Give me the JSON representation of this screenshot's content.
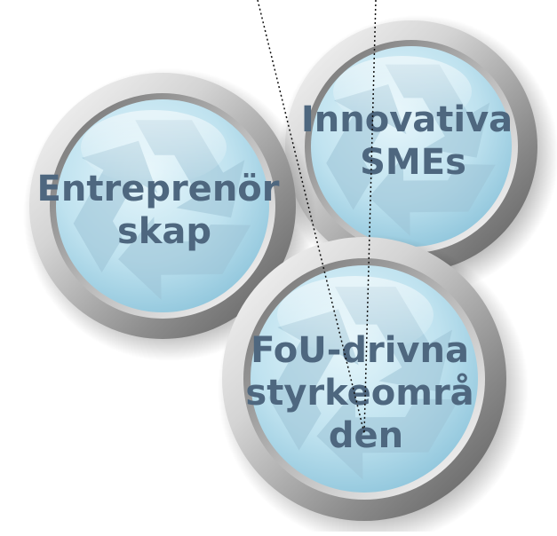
{
  "badges": [
    {
      "id": "innovativa-smes",
      "lines": [
        "Innovativa",
        "SMEs"
      ]
    },
    {
      "id": "entreprenorskap",
      "lines": [
        "Entreprenör",
        "skap"
      ]
    },
    {
      "id": "fou-drivna",
      "lines": [
        "FoU-drivna",
        "styrkeområ",
        "den"
      ]
    }
  ],
  "icons": {
    "badge_background": "recycle-arrows-icon"
  },
  "colors": {
    "badge_fill_center": "#d8eff7",
    "badge_fill_edge": "#8ac4dc",
    "ring_light": "#f2f2f2",
    "ring_dark": "#6e6e6e",
    "label": "#4e677f",
    "recycle_symbol": "#9cc2d6"
  }
}
